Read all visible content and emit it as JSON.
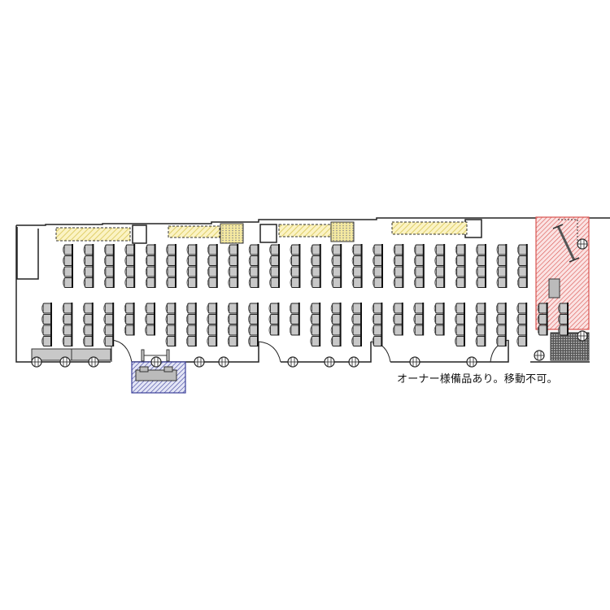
{
  "floor_plan": {
    "note": "オーナー様備品あり。移動不可。",
    "colors": {
      "wall": "#222222",
      "seat": "#c8c8c8",
      "storage_zone": "#f3e9a8",
      "owner_equipment_zone": "#d9534f",
      "reception_zone": "#3b3f9a"
    },
    "top_row_seat_counts": [
      4,
      4,
      4,
      4,
      4,
      4,
      4,
      4,
      4,
      4,
      4,
      4,
      4,
      4,
      4,
      4,
      4,
      4,
      4,
      4,
      4,
      4,
      4
    ],
    "bottom_row_seat_counts": [
      4,
      4,
      4,
      4,
      3,
      3,
      4,
      4,
      4,
      4,
      4,
      3,
      3,
      4,
      4,
      4,
      4,
      3,
      3,
      3,
      4,
      4,
      4,
      4,
      3,
      3
    ]
  }
}
